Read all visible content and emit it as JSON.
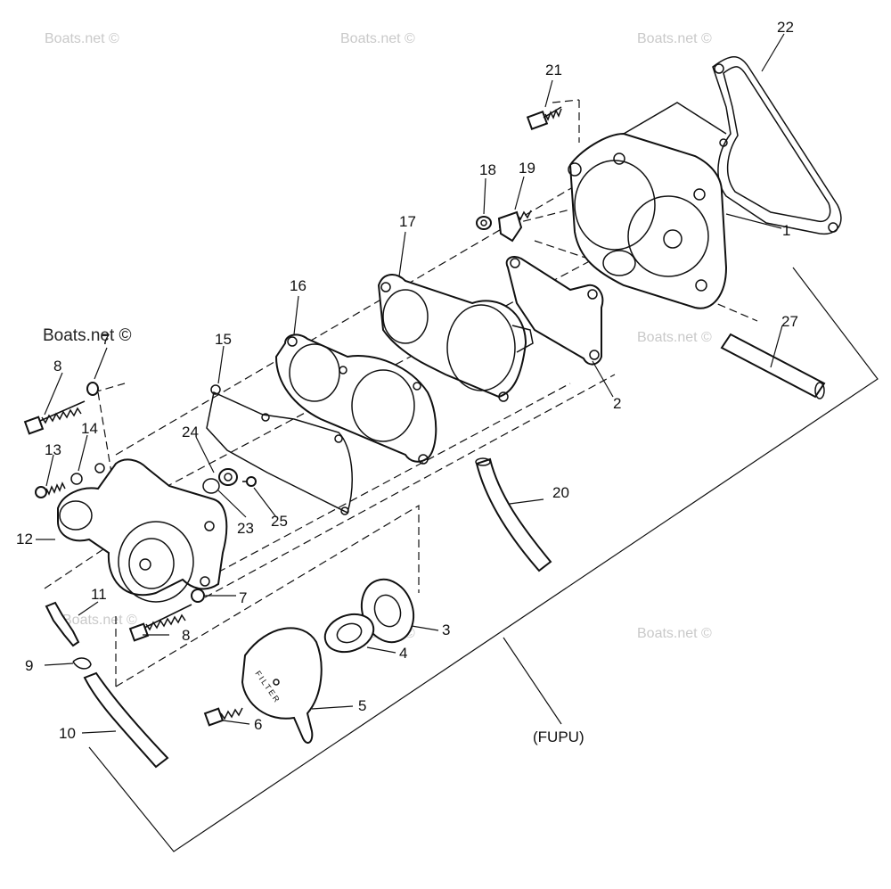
{
  "watermark": "Boats.net ©",
  "assembly_label": "(FUPU)",
  "filter_text": "FILTER",
  "callouts": {
    "c1": "1",
    "c2": "2",
    "c3": "3",
    "c4": "4",
    "c5": "5",
    "c6": "6",
    "c7a": "7",
    "c7b": "7",
    "c8a": "8",
    "c8b": "8",
    "c9": "9",
    "c10": "10",
    "c11": "11",
    "c12": "12",
    "c13": "13",
    "c14": "14",
    "c15": "15",
    "c16": "16",
    "c17": "17",
    "c18": "18",
    "c19": "19",
    "c20": "20",
    "c21": "21",
    "c22": "22",
    "c23": "23",
    "c24": "24",
    "c25": "25",
    "c27": "27"
  }
}
